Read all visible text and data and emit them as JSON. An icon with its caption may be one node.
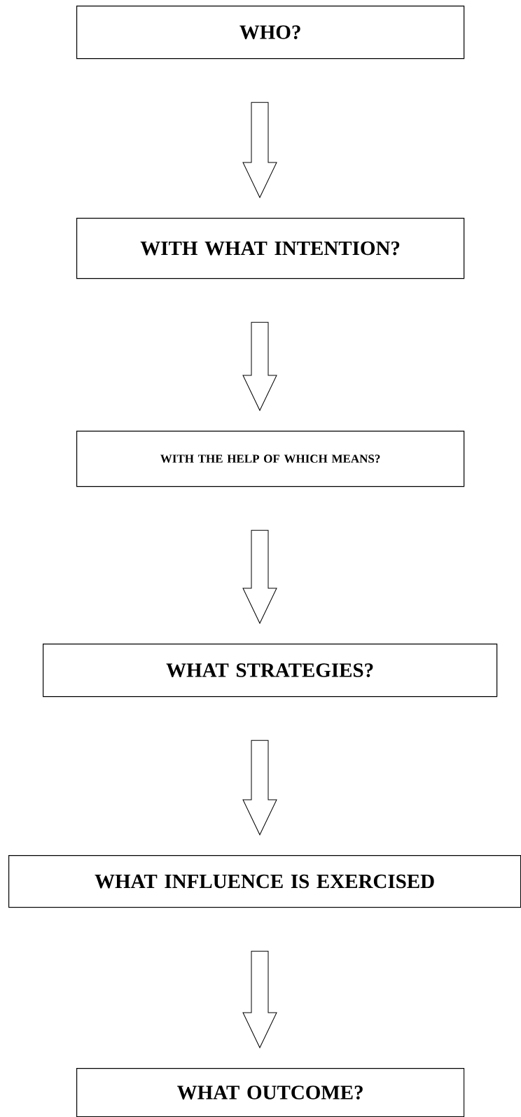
{
  "diagram": {
    "nodes": [
      {
        "text": [
          "WHO?"
        ]
      },
      {
        "text": [
          "WITH WHAT INTENTION?"
        ]
      },
      {
        "text": [
          "WITH THE HELP OF WHICH MEANS?"
        ]
      },
      {
        "text": [
          "WHAT STRATEGIES?"
        ]
      },
      {
        "text": [
          "WHAT INFLUENCE IS EXERCISED"
        ]
      },
      {
        "text": [
          "WHAT OUTCOME?"
        ]
      }
    ],
    "edges": [
      {
        "from": 0,
        "to": 1,
        "arrow": "to"
      },
      {
        "from": 1,
        "to": 2,
        "arrow": "to"
      },
      {
        "from": 2,
        "to": 3,
        "arrow": "to"
      },
      {
        "from": 3,
        "to": 4,
        "arrow": "to"
      },
      {
        "from": 4,
        "to": 5,
        "arrow": "to"
      }
    ]
  }
}
